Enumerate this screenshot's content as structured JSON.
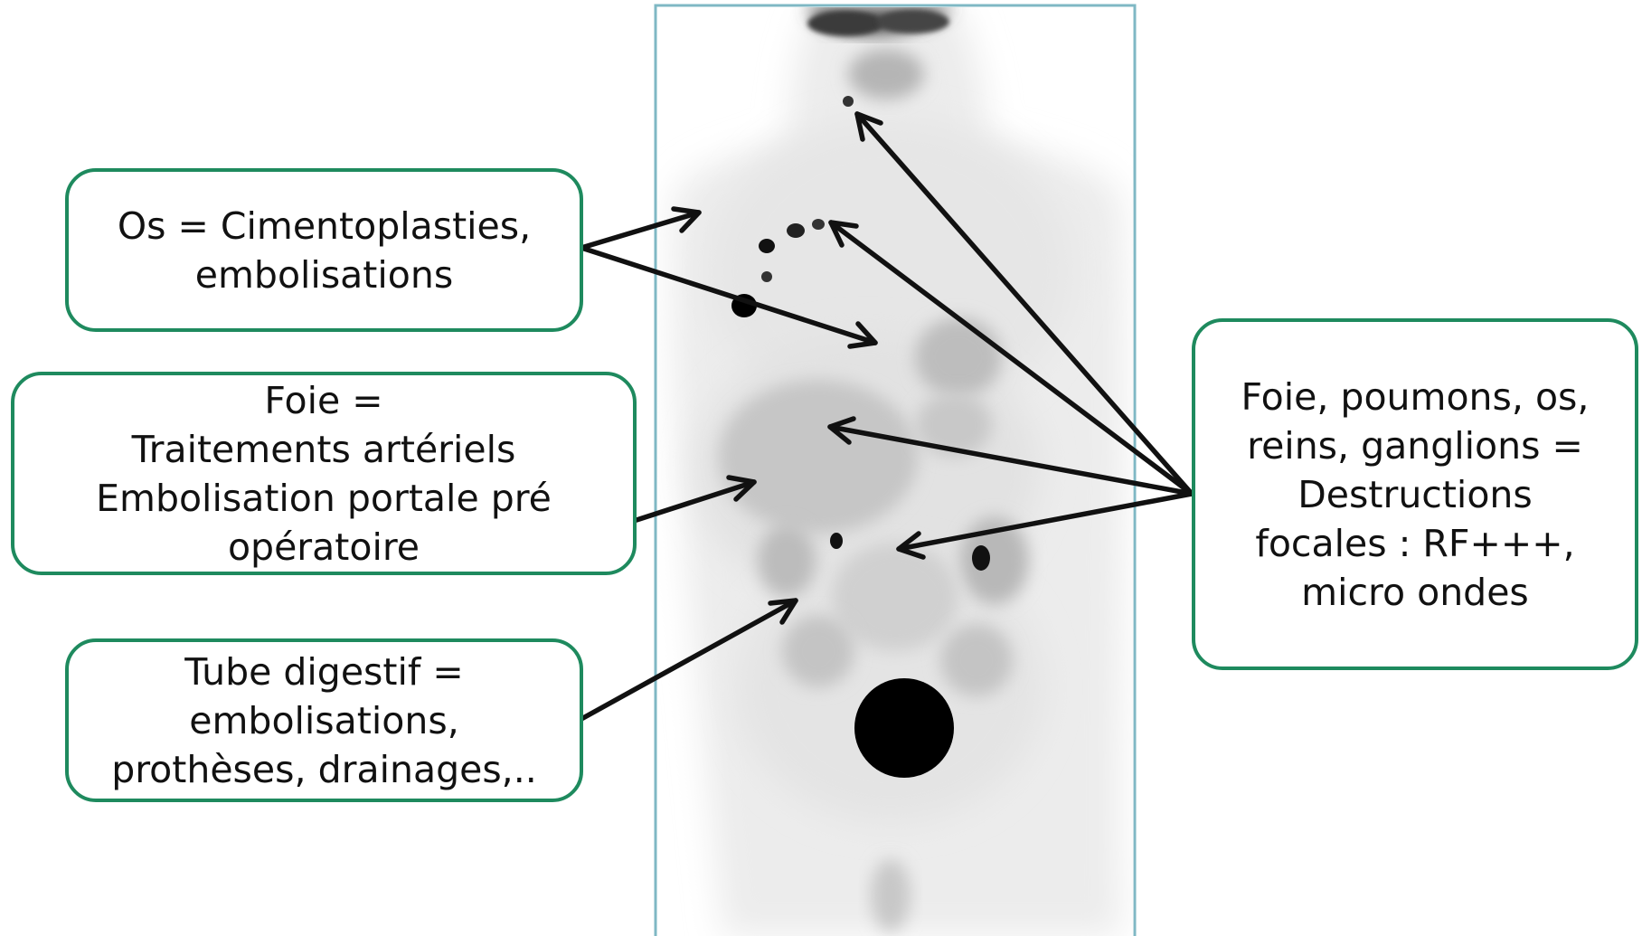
{
  "colors": {
    "box_border": "#1e8a5e",
    "arrow": "#111111",
    "scan_frame": "#7fb8c4",
    "uptake": "#000000"
  },
  "scan": {
    "image_description": "whole-body PET MIP, anterior view (grey scale)"
  },
  "callouts": {
    "os": [
      "Os = Cimentoplasties,",
      "embolisations"
    ],
    "foie": [
      "Foie =",
      "Traitements artériels",
      "Embolisation portale pré",
      "opératoire"
    ],
    "tube": [
      "Tube digestif =",
      "embolisations,",
      "prothèses, drainages,.."
    ],
    "focal": [
      "Foie, poumons, os,",
      "reins, ganglions =",
      "Destructions",
      "focales : RF+++,",
      "micro ondes"
    ]
  }
}
